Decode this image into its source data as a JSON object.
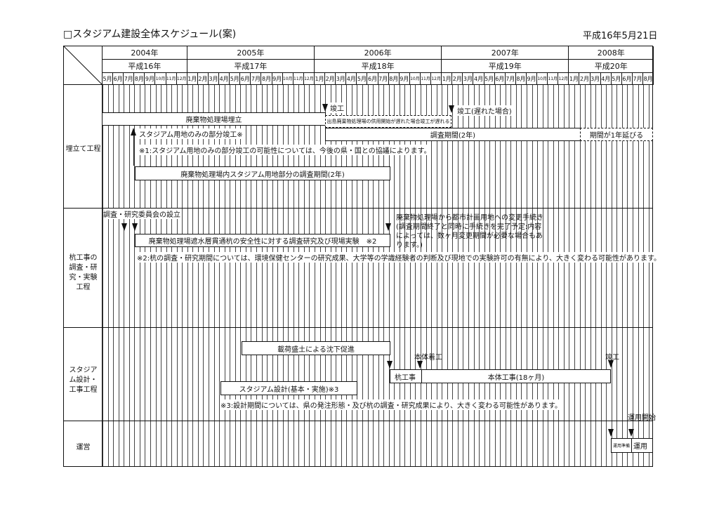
{
  "title": "□スタジアム建設全体スケジュール(案)",
  "date": "平成16年5月21日",
  "years": [
    {
      "label": "2004年",
      "era": "平成16年",
      "months": 8
    },
    {
      "label": "2005年",
      "era": "平成17年",
      "months": 12
    },
    {
      "label": "2006年",
      "era": "平成18年",
      "months": 12
    },
    {
      "label": "2007年",
      "era": "平成19年",
      "months": 12
    },
    {
      "label": "2008年",
      "era": "平成20年",
      "months": 8
    }
  ],
  "months": [
    "5月",
    "6月",
    "7月",
    "8月",
    "9月",
    "10月",
    "11月",
    "12月",
    "1月",
    "2月",
    "3月",
    "4月",
    "5月",
    "6月",
    "7月",
    "8月",
    "9月",
    "10月",
    "11月",
    "12月",
    "1月",
    "2月",
    "3月",
    "4月",
    "5月",
    "6月",
    "7月",
    "8月",
    "9月",
    "10月",
    "11月",
    "12月",
    "1月",
    "2月",
    "3月",
    "4月",
    "5月",
    "6月",
    "7月",
    "8月",
    "9月",
    "10月",
    "11月",
    "12月",
    "1月",
    "2月",
    "3月",
    "4月",
    "5月",
    "6月",
    "7月",
    "8月"
  ],
  "sections": [
    "埋立て工程",
    "杭工事の調査・研究・実験工程",
    "スタジアム設計・工事工程",
    "運営"
  ],
  "landfill": {
    "bar1": "廃棄物処理場埋立",
    "completion": "竣工",
    "delay_note": "出島廃棄物処理場の供用開始が遅れた場合竣工が遅れる",
    "completion_delayed": "竣工(遅れた場合)",
    "survey": "調査期間(2年)",
    "survey_ext": "期間が1年延びる",
    "partial": "スタジアム用地のみの部分竣工※",
    "note1": "※1:スタジアム用地のみの部分竣工の可能性については、今後の県・国との協議によります。",
    "survey2": "廃棄物処理場内スタジアム用地部分の調査期間(2年)"
  },
  "pile": {
    "committee": "調査・研究委員会の設立",
    "bar": "廃棄物処理場遮水層貫通杭の安全性に対する調査研究及び現場実験　※2",
    "change_note": "廃棄物処理場から都市計画用地への変更手続き(調査期間終了と同時に手続きを完了予定:内容によっては、数ヶ月変更期間が必要な場合もあります。)",
    "note2": "※2:杭の調査・研究期間については、環境保健センターの研究成果、大学等の学識経験者の判断及び現地での実験許可の有無により、大きく変わる可能性があります。"
  },
  "stadium": {
    "preload": "載荷盛土による沈下促進",
    "main_start": "本体着工",
    "pile_work": "杭工事",
    "main_work": "本体工事(18ヶ月)",
    "completion": "竣工",
    "design": "スタジアム設計(基本・実施)※3",
    "note3": "※3:設計期間については、県の発注形態・及び杭の調査・研究成果により、大きく変わる可能性があります。"
  },
  "ops": {
    "start": "運用開始",
    "prep": "運用準備",
    "run": "運用"
  }
}
